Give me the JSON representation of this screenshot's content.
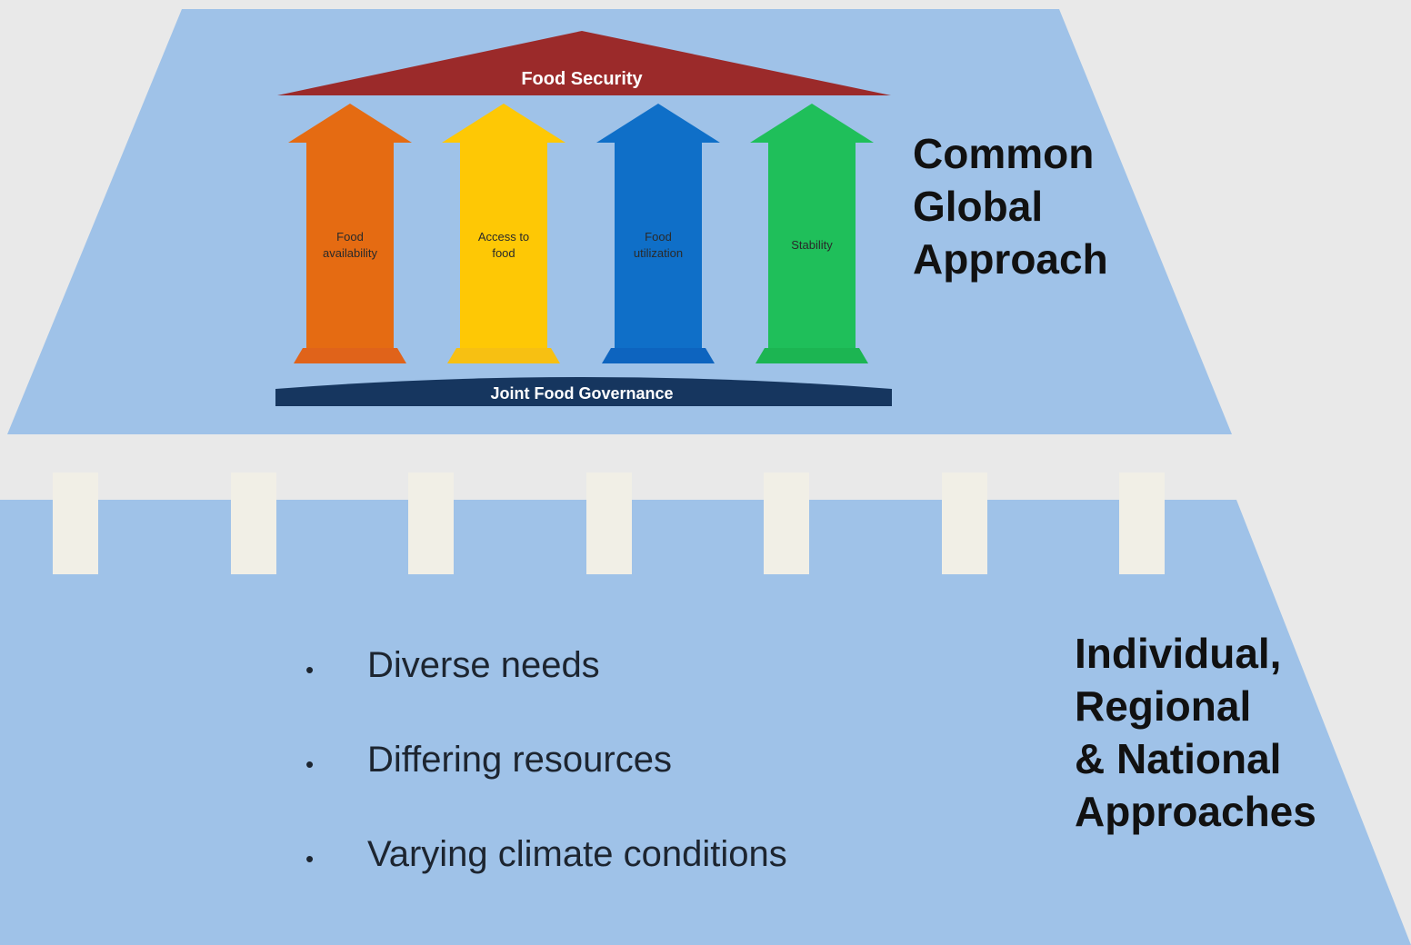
{
  "diagram": {
    "roof_label": "Food Security",
    "base_label": "Joint Food Governance",
    "pillars": [
      {
        "label": "Food availability",
        "lines": [
          "Food",
          "availability"
        ],
        "color": "#e56b12",
        "base_color": "#e0631a"
      },
      {
        "label": "Access to food",
        "lines": [
          "Access to",
          "food"
        ],
        "color": "#fec805",
        "base_color": "#f7c012"
      },
      {
        "label": "Food utilization",
        "lines": [
          "Food",
          "utilization"
        ],
        "color": "#0f6fc8",
        "base_color": "#0d64bf"
      },
      {
        "label": "Stability",
        "lines": [
          "Stability"
        ],
        "color": "#1fbf5a",
        "base_color": "#1cb552"
      }
    ],
    "colors": {
      "roof": "#9b2a2a",
      "base": "#16365f",
      "panel": "#9fc2e8",
      "background": "#e9e9e9",
      "post": "#f1efe6"
    }
  },
  "global_title": "Common\nGlobal\nApproach",
  "local_title": "Individual,\nRegional\n& National\nApproaches",
  "bullets": [
    "Diverse needs",
    "Differing resources",
    "Varying climate conditions"
  ],
  "bullet_symbol": "•"
}
